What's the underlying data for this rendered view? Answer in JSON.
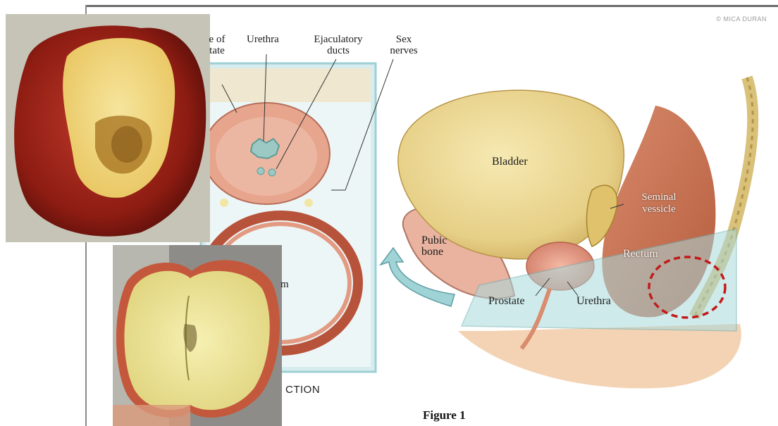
{
  "watermark": "© MICA DURAN",
  "cross_section": {
    "label_base": "e of",
    "label_base2": "tate",
    "label_urethra": "Urethra",
    "label_ejac1": "Ejaculatory",
    "label_ejac2": "ducts",
    "label_sex1": "Sex",
    "label_sex2": "nerves",
    "label_m": "m",
    "section_label": "CTION"
  },
  "side_view": {
    "bladder": "Bladder",
    "seminal1": "Seminal",
    "seminal2": "vessicle",
    "pubic1": "Pubic",
    "pubic2": "bone",
    "rectum": "Rectum",
    "prostate": "Prostate",
    "urethra": "Urethra"
  },
  "caption": "Figure 1",
  "colors": {
    "highlight_circle": "#c21a1a",
    "arrow": "#9fd3d6",
    "plane": "#a9d9dc"
  }
}
